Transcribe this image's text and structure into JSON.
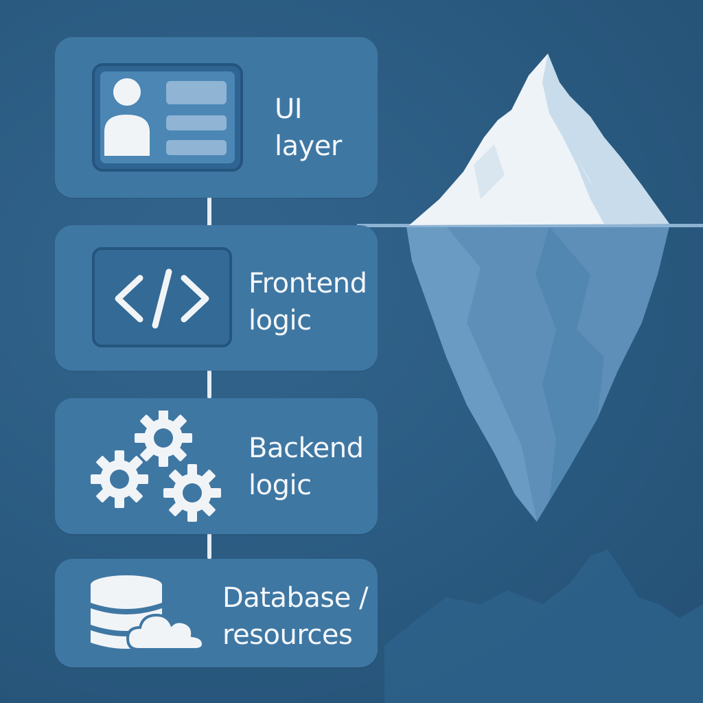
{
  "diagram": {
    "layers": [
      {
        "id": "ui",
        "line1": "UI",
        "line2": "layer",
        "icon": "profile-card-icon"
      },
      {
        "id": "frontend",
        "line1": "Frontend",
        "line2": "logic",
        "icon": "code-icon"
      },
      {
        "id": "backend",
        "line1": "Backend",
        "line2": "logic",
        "icon": "gears-icon"
      },
      {
        "id": "database",
        "line1": "Database /",
        "line2": "resources",
        "icon": "database-cloud-icon"
      }
    ],
    "illustration": {
      "icon": "iceberg-icon"
    },
    "colors": {
      "background": "#2b5a80",
      "card": "#3f77a3",
      "text": "#f4f7fa",
      "ice_top": "#eef3f7",
      "ice_underwater": "#6b9cc4"
    }
  }
}
